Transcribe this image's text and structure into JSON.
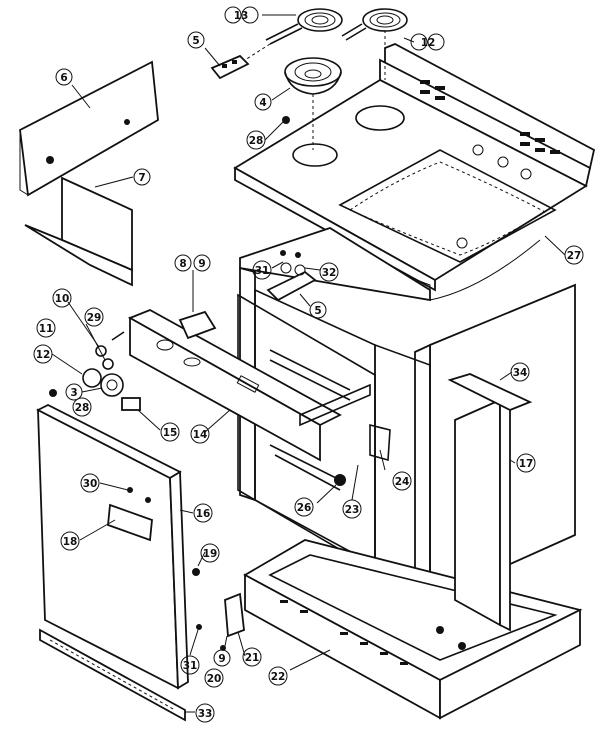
{
  "callouts": {
    "c13": "13",
    "c12": "12",
    "c5": "5",
    "c4": "4",
    "c6": "6",
    "c7": "7",
    "c28a": "28",
    "c27": "27",
    "c31a": "31",
    "c32": "32",
    "c8": "8",
    "c9": "9",
    "c5b": "5",
    "c10": "10",
    "c29": "29",
    "c11": "11",
    "c12b": "12",
    "c3": "3",
    "c28b": "28",
    "c15": "15",
    "c14": "14",
    "c34": "34",
    "c30": "30",
    "c16": "16",
    "c18": "18",
    "c17": "17",
    "c24": "24",
    "c26": "26",
    "c23": "23",
    "c19": "19",
    "c31b": "31",
    "c21": "21",
    "c20": "20",
    "c22": "22",
    "c33": "33",
    "c9b": "9"
  }
}
